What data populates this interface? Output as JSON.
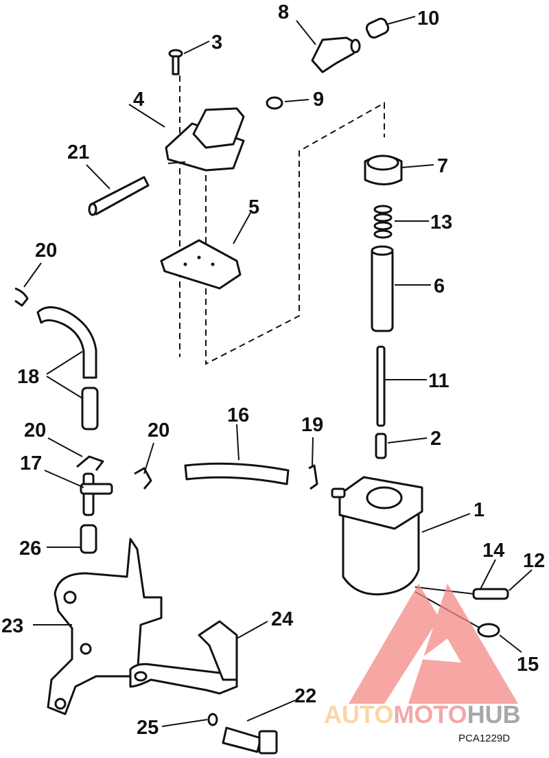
{
  "diagram": {
    "part_numbers": [
      "1",
      "2",
      "3",
      "4",
      "5",
      "6",
      "7",
      "8",
      "9",
      "10",
      "11",
      "12",
      "13",
      "14",
      "15",
      "16",
      "17",
      "18",
      "19",
      "20",
      "20",
      "20",
      "21",
      "22",
      "23",
      "24",
      "25",
      "26"
    ],
    "figure_code": "PCA1229D"
  },
  "watermark": {
    "part1": "AUTO",
    "part2": "MOTO",
    "part3": "HUB",
    "colors": [
      "#f7c98a",
      "#f08a8a",
      "#9a9a9a"
    ]
  }
}
